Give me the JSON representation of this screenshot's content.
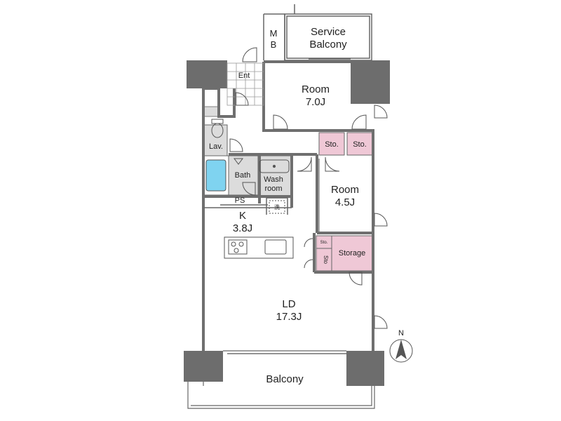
{
  "colors": {
    "wall": "#6f6f6f",
    "column": "#6d6d6d",
    "storage_fill": "#efc8d6",
    "wet_fill": "#dcdcdc",
    "tub_fill": "#7fd3f0",
    "line": "#555555",
    "background": "#ffffff"
  },
  "rooms": {
    "service_balcony_line1": "Service",
    "service_balcony_line2": "Balcony",
    "mb_line1": "M",
    "mb_line2": "B",
    "ent": "Ent",
    "room1_name": "Room",
    "room1_size": "7.0J",
    "lav": "Lav.",
    "sto_a": "Sto.",
    "sto_b": "Sto.",
    "bath": "Bath",
    "wash_line1": "Wash",
    "wash_line2": "room",
    "washer": "洗",
    "ps": "PS",
    "room2_name": "Room",
    "room2_size": "4.5J",
    "kitchen_name": "K",
    "kitchen_size": "3.8J",
    "sto_small": "Sto.",
    "sto_vertical": "Sto",
    "storage": "Storage",
    "ld_name": "LD",
    "ld_size": "17.3J",
    "balcony": "Balcony"
  },
  "compass": {
    "north_label": "N",
    "icon": "north-arrow-icon"
  }
}
